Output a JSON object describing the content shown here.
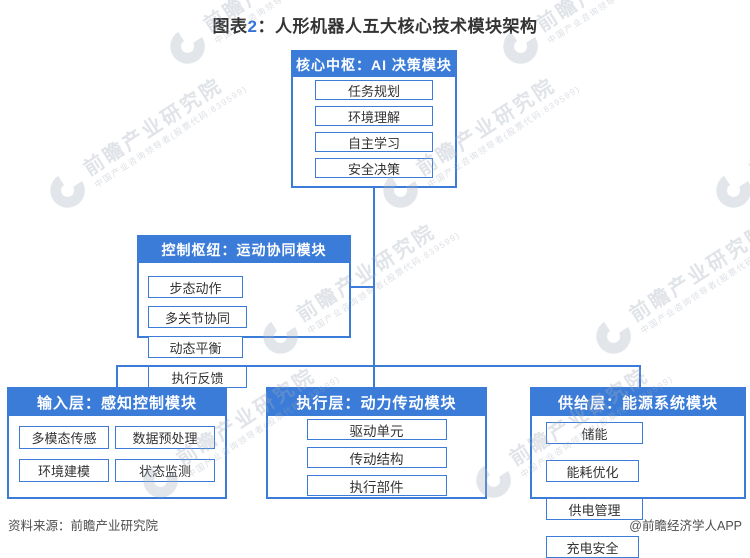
{
  "title": {
    "prefix": "图表",
    "number": "2",
    "rest": "：人形机器人五大核心技术模块架构"
  },
  "modules": {
    "core": {
      "header": "核心中枢：AI 决策模块",
      "items": [
        "任务规划",
        "环境理解",
        "自主学习",
        "安全决策"
      ]
    },
    "control": {
      "header": "控制枢纽：运动协同模块",
      "items": [
        "步态动作",
        "多关节协同",
        "动态平衡",
        "执行反馈"
      ]
    },
    "input": {
      "header": "输入层：感知控制模块",
      "items": [
        "多模态传感",
        "数据预处理",
        "环境建模",
        "状态监测"
      ]
    },
    "actuation": {
      "header": "执行层：动力传动模块",
      "items": [
        "驱动单元",
        "传动结构",
        "执行部件"
      ]
    },
    "power": {
      "header": "供给层：能源系统模块",
      "items": [
        "储能",
        "能耗优化",
        "供电管理",
        "充电安全"
      ]
    }
  },
  "footer": {
    "source": "资料来源：前瞻产业研究院",
    "credit": "@前瞻经济学人APP"
  },
  "watermark": {
    "brand": "前瞻产业研究院",
    "subtitle": "中国产业咨询领导者(股票代码:839599)"
  },
  "colors": {
    "accent": "#3b7cd9",
    "title_number": "#3273dc",
    "text": "#333333",
    "footer_text": "#4d4d4d"
  }
}
